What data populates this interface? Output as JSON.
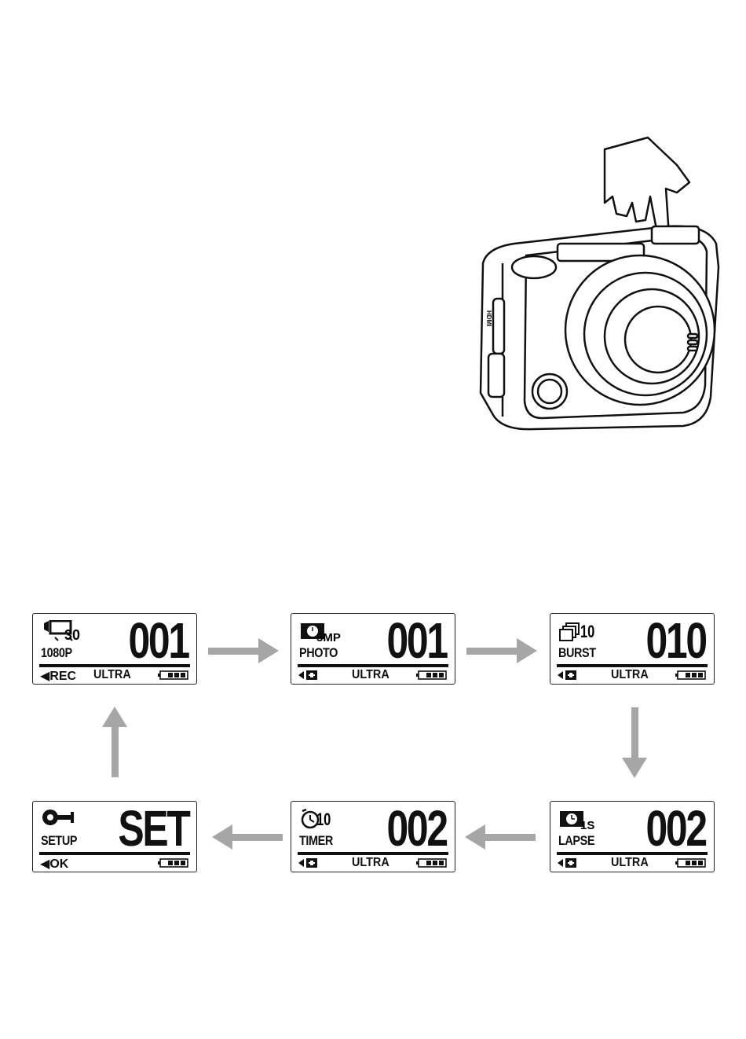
{
  "screens": [
    {
      "id": "video",
      "sub": "30",
      "mode": "1080P",
      "count": "001",
      "left": "REC",
      "quality": "ULTRA"
    },
    {
      "id": "photo",
      "sub": "5MP",
      "mode": "PHOTO",
      "count": "001",
      "left": "",
      "quality": "ULTRA"
    },
    {
      "id": "burst",
      "sub": "10",
      "mode": "BURST",
      "count": "010",
      "left": "",
      "quality": "ULTRA"
    },
    {
      "id": "lapse",
      "sub": "1S",
      "mode": "LAPSE",
      "count": "002",
      "left": "",
      "quality": "ULTRA"
    },
    {
      "id": "timer",
      "sub": "10",
      "mode": "TIMER",
      "count": "002",
      "left": "",
      "quality": "ULTRA"
    },
    {
      "id": "setup",
      "sub": "",
      "mode": "SETUP",
      "count": "SET",
      "left": "OK",
      "quality": ""
    }
  ],
  "camera": {
    "port_label": "HDMI"
  },
  "colors": {
    "arrow": "#a6a6a6",
    "ink": "#111111"
  }
}
